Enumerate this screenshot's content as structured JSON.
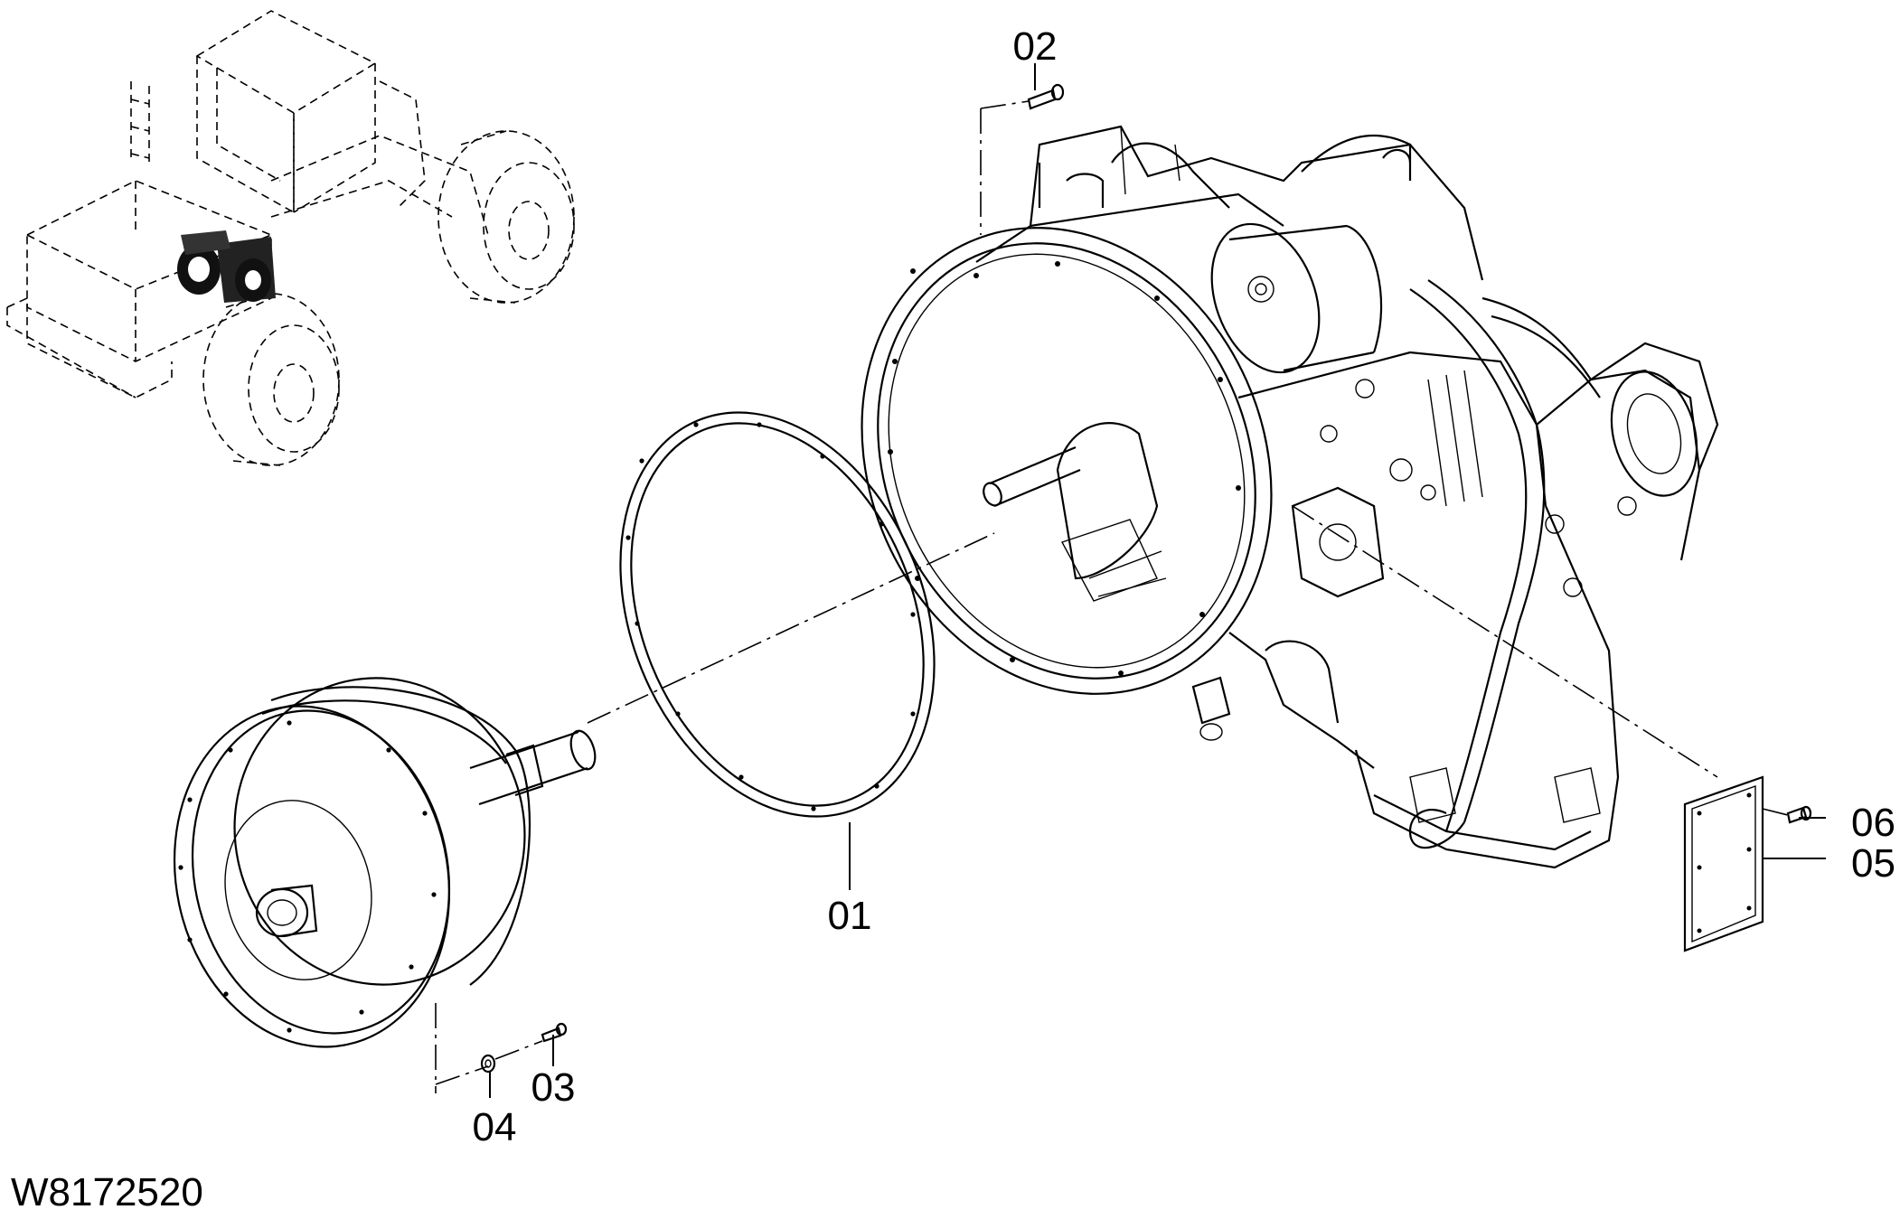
{
  "drawing_id": "W8172520",
  "callouts": [
    {
      "id": "01",
      "part": "gasket-ring"
    },
    {
      "id": "02",
      "part": "bolt-top"
    },
    {
      "id": "03",
      "part": "bolt-small"
    },
    {
      "id": "04",
      "part": "washer"
    },
    {
      "id": "05",
      "part": "cover-plate"
    },
    {
      "id": "06",
      "part": "bolt-cover"
    }
  ],
  "colors": {
    "line": "#000000",
    "background": "#ffffff"
  }
}
